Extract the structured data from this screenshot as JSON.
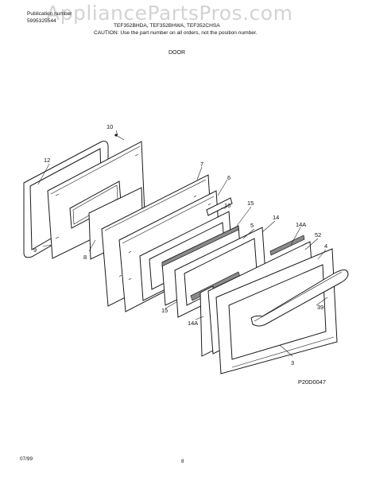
{
  "watermark": "AppliancePartsPros.com",
  "header": {
    "publication_label": "Publication number",
    "publication_number": "5995325544",
    "models": "TEF352BHDA, TEF352BHWA, TEF352CHSA",
    "caution": "CAUTION: Use the part number on all orders, not the position number."
  },
  "section_title": "DOOR",
  "diagram_code": "P20D0047",
  "footer": {
    "date": "07/99",
    "page": "8"
  },
  "callouts": [
    "10",
    "12",
    "9",
    "8",
    "7",
    "6",
    "16",
    "15",
    "14",
    "5",
    "14A",
    "52",
    "4",
    "39",
    "15",
    "14A",
    "3"
  ],
  "colors": {
    "line": "#1a1a1a",
    "shade": "#8a8a8a",
    "watermark": "#969696"
  }
}
